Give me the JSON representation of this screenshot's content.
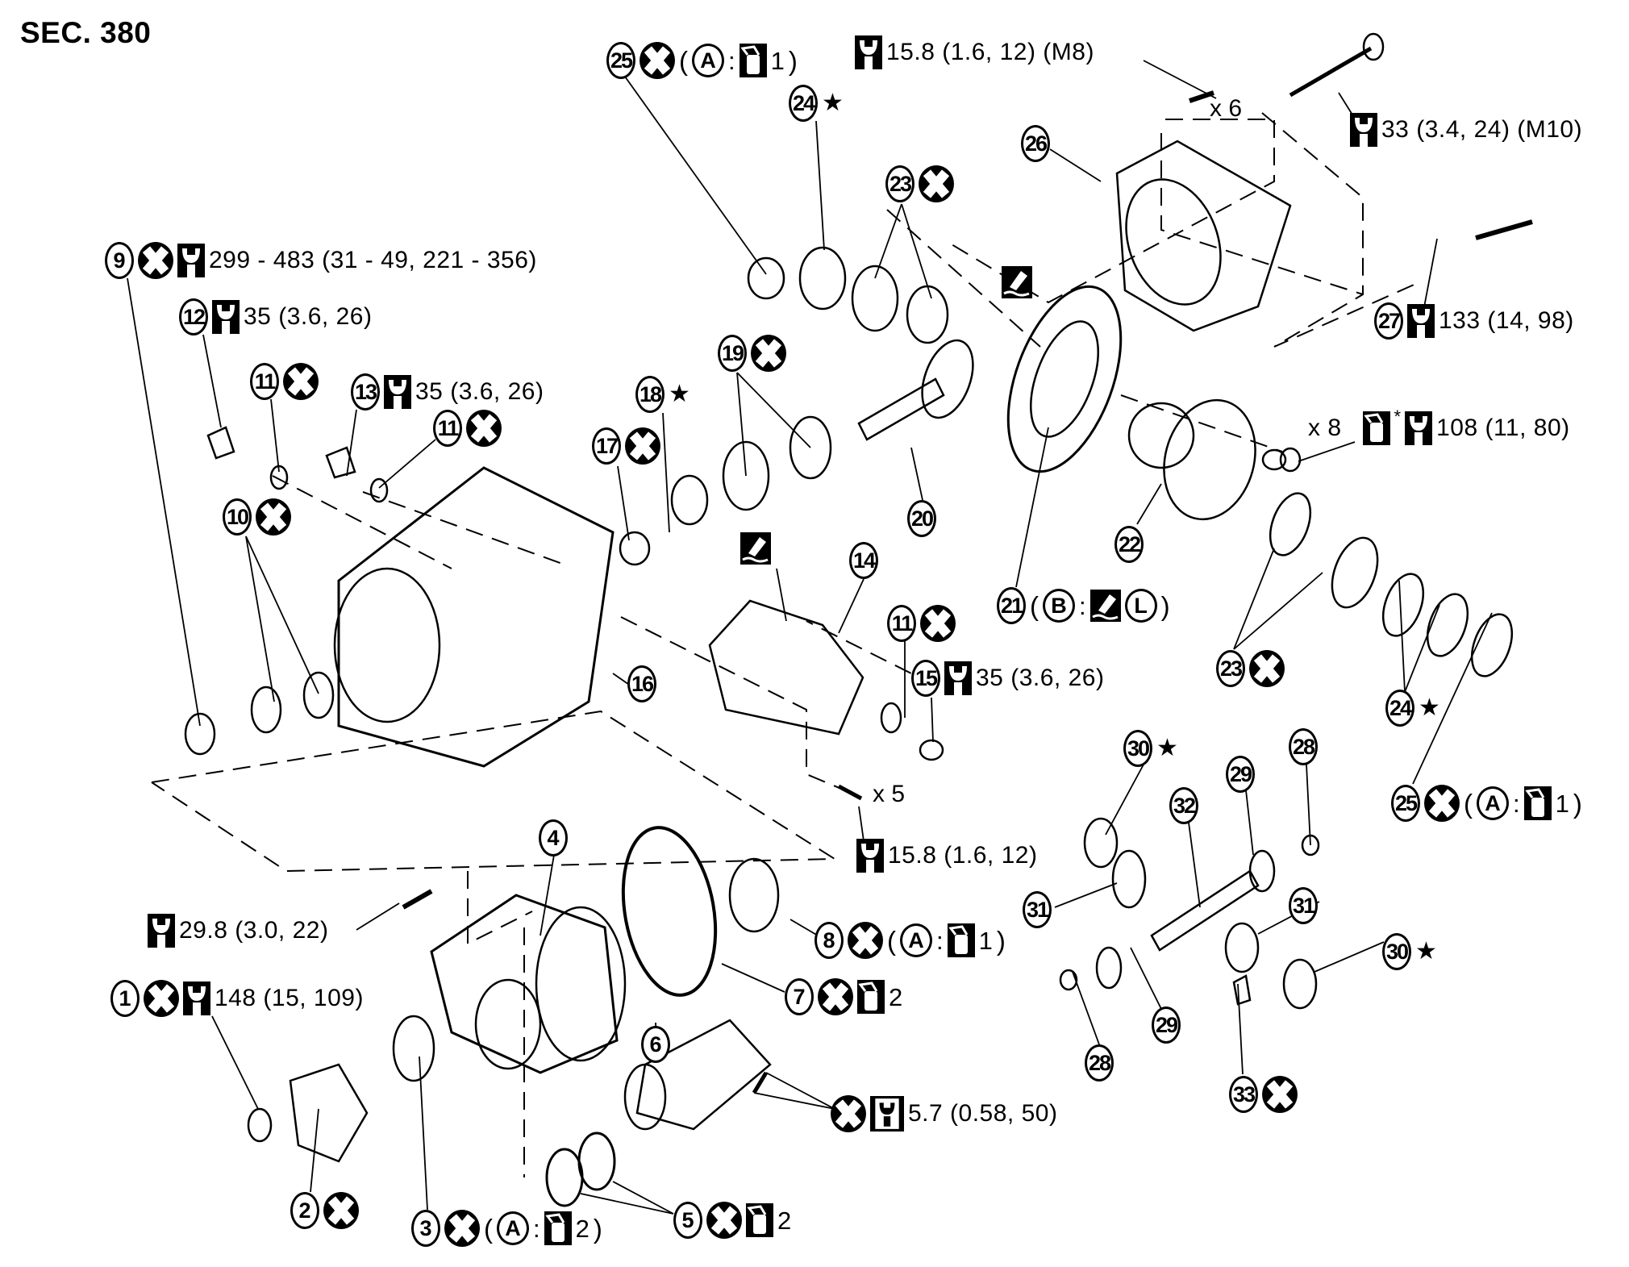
{
  "title": "SEC. 380",
  "symbols": {
    "replace": "x-circle (always replace)",
    "torque": "wrench (tightening torque N·m (kg-m, ft-lb))",
    "oil": "oil can (apply lubricant)",
    "sealant": "sealant tube (apply sealant)",
    "adjust": "star (selective part / adjust)"
  },
  "callouts": {
    "c25_top": {
      "num": "25",
      "replace": true,
      "open": "(",
      "letter": "A",
      "colon": ":",
      "oil_num": "1",
      "close": ")"
    },
    "torque_m8": {
      "value": "15.8 (1.6, 12) (M8)"
    },
    "c24_top": {
      "num": "24",
      "star": "★"
    },
    "c23_top": {
      "num": "23",
      "replace": true
    },
    "c26": {
      "num": "26"
    },
    "torque_m10": {
      "value": "33 (3.4, 24) (M10)"
    },
    "x6": {
      "text": "x 6"
    },
    "c27": {
      "num": "27",
      "value": "133 (14, 98)"
    },
    "c9": {
      "num": "9",
      "replace": true,
      "value": "299 - 483 (31 - 49, 221 - 356)"
    },
    "c12": {
      "num": "12",
      "value": "35 (3.6, 26)"
    },
    "c11_a": {
      "num": "11",
      "replace": true
    },
    "c13": {
      "num": "13",
      "value": "35 (3.6, 26)"
    },
    "c11_b": {
      "num": "11",
      "replace": true
    },
    "c10": {
      "num": "10",
      "replace": true
    },
    "c17": {
      "num": "17",
      "replace": true
    },
    "c18": {
      "num": "18",
      "star": "★"
    },
    "c19": {
      "num": "19",
      "replace": true
    },
    "c20": {
      "num": "20"
    },
    "c14": {
      "num": "14"
    },
    "c16": {
      "num": "16"
    },
    "c11_c": {
      "num": "11",
      "replace": true
    },
    "c15": {
      "num": "15",
      "value": "35 (3.6, 26)"
    },
    "c21": {
      "num": "21",
      "open": "(",
      "letter": "B",
      "colon": ":",
      "letter2": "L",
      "close": ")"
    },
    "c22": {
      "num": "22"
    },
    "x8": {
      "text": "x 8",
      "asterisk": "*",
      "value": "108 (11, 80)"
    },
    "c23_low": {
      "num": "23",
      "replace": true
    },
    "c24_low": {
      "num": "24",
      "star": "★"
    },
    "c25_low": {
      "num": "25",
      "replace": true,
      "open": "(",
      "letter": "A",
      "colon": ":",
      "oil_num": "1",
      "close": ")"
    },
    "c30_top": {
      "num": "30",
      "star": "★"
    },
    "c28_top": {
      "num": "28"
    },
    "c29_top": {
      "num": "29"
    },
    "c32": {
      "num": "32"
    },
    "c31_left": {
      "num": "31"
    },
    "c31_right": {
      "num": "31"
    },
    "c30_right": {
      "num": "30",
      "star": "★"
    },
    "c29_low": {
      "num": "29"
    },
    "c28_low": {
      "num": "28"
    },
    "c33": {
      "num": "33",
      "replace": true
    },
    "x5": {
      "text": "x 5"
    },
    "torque_lower": {
      "value": "15.8 (1.6, 12)"
    },
    "c4": {
      "num": "4"
    },
    "torque_29": {
      "value": "29.8 (3.0, 22)"
    },
    "c1": {
      "num": "1",
      "replace": true,
      "value": "148 (15, 109)"
    },
    "c8": {
      "num": "8",
      "replace": true,
      "open": "(",
      "letter": "A",
      "colon": ":",
      "oil_num": "1",
      "close": ")"
    },
    "c7": {
      "num": "7",
      "replace": true,
      "oil_num": "2"
    },
    "c6": {
      "num": "6"
    },
    "torque_57": {
      "replace": true,
      "value": "5.7 (0.58, 50)"
    },
    "c2": {
      "num": "2",
      "replace": true
    },
    "c3": {
      "num": "3",
      "replace": true,
      "open": "(",
      "letter": "A",
      "colon": ":",
      "oil_num": "2",
      "close": ")"
    },
    "c5": {
      "num": "5",
      "replace": true,
      "oil_num": "2"
    }
  }
}
